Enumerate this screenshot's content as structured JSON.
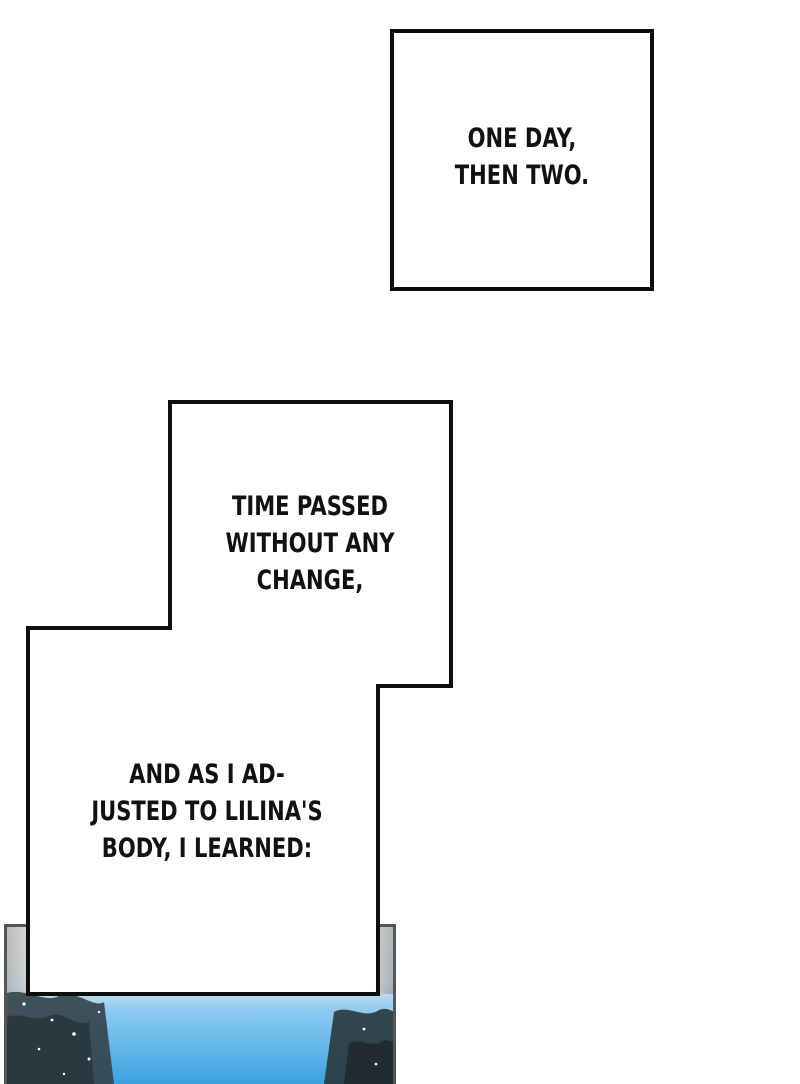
{
  "captions": {
    "first": {
      "lines": [
        "ONE DAY,",
        "THEN TWO."
      ]
    },
    "second": {
      "lines": [
        "TIME PASSED",
        "WITHOUT ANY",
        "CHANGE,"
      ]
    },
    "third": {
      "lines": [
        "AND AS I AD-",
        "JUSTED TO LILINA'S",
        "BODY, I LEARNED:"
      ]
    }
  },
  "colors": {
    "border": "#0e0e0e",
    "text": "#111111",
    "sky": "#5fb3e6",
    "foliage": "#2f3b40",
    "panel_frame": "#8a8a8a"
  }
}
